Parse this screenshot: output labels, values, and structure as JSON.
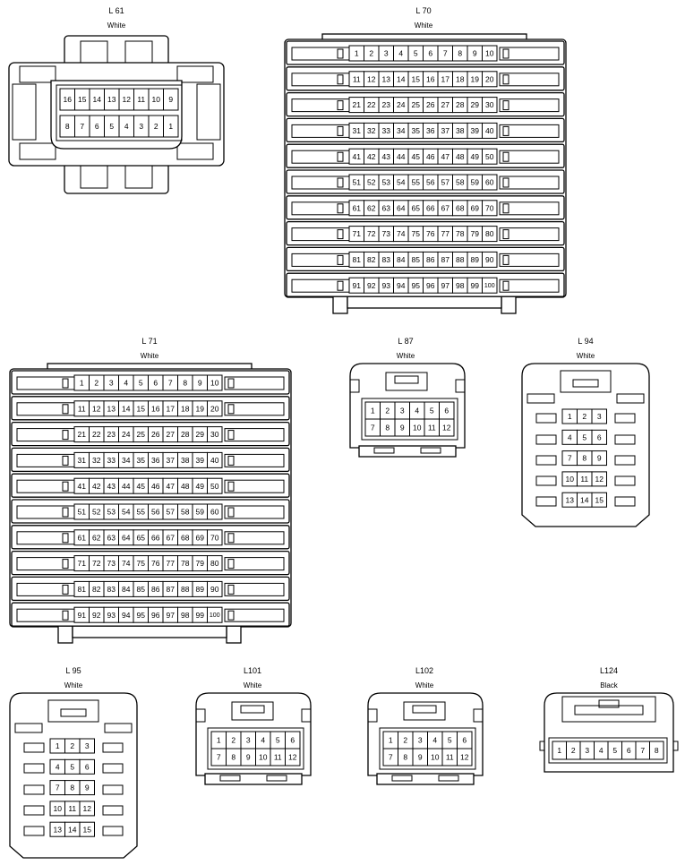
{
  "connectors": [
    {
      "id": "L61",
      "label": "L 61",
      "color": "White",
      "rows": [
        [
          "16",
          "15",
          "14",
          "13",
          "12",
          "11",
          "10",
          "9"
        ],
        [
          "8",
          "7",
          "6",
          "5",
          "4",
          "3",
          "2",
          "1"
        ]
      ]
    },
    {
      "id": "L70",
      "label": "L 70",
      "color": "White",
      "start": 1,
      "rows": 10,
      "cols": 10
    },
    {
      "id": "L71",
      "label": "L 71",
      "color": "White",
      "start": 1,
      "rows": 10,
      "cols": 10
    },
    {
      "id": "L87",
      "label": "L 87",
      "color": "White",
      "rows": [
        [
          "1",
          "2",
          "3",
          "4",
          "5",
          "6"
        ],
        [
          "7",
          "8",
          "9",
          "10",
          "11",
          "12"
        ]
      ]
    },
    {
      "id": "L94",
      "label": "L 94",
      "color": "White",
      "rows": [
        [
          "1",
          "2",
          "3"
        ],
        [
          "4",
          "5",
          "6"
        ],
        [
          "7",
          "8",
          "9"
        ],
        [
          "10",
          "11",
          "12"
        ],
        [
          "13",
          "14",
          "15"
        ]
      ]
    },
    {
      "id": "L95",
      "label": "L 95",
      "color": "White",
      "rows": [
        [
          "1",
          "2",
          "3"
        ],
        [
          "4",
          "5",
          "6"
        ],
        [
          "7",
          "8",
          "9"
        ],
        [
          "10",
          "11",
          "12"
        ],
        [
          "13",
          "14",
          "15"
        ]
      ]
    },
    {
      "id": "L101",
      "label": "L101",
      "color": "White",
      "rows": [
        [
          "1",
          "2",
          "3",
          "4",
          "5",
          "6"
        ],
        [
          "7",
          "8",
          "9",
          "10",
          "11",
          "12"
        ]
      ]
    },
    {
      "id": "L102",
      "label": "L102",
      "color": "White",
      "rows": [
        [
          "1",
          "2",
          "3",
          "4",
          "5",
          "6"
        ],
        [
          "7",
          "8",
          "9",
          "10",
          "11",
          "12"
        ]
      ]
    },
    {
      "id": "L124",
      "label": "L124",
      "color": "Black",
      "rows": [
        [
          "1",
          "2",
          "3",
          "4",
          "5",
          "6",
          "7",
          "8"
        ]
      ]
    }
  ]
}
